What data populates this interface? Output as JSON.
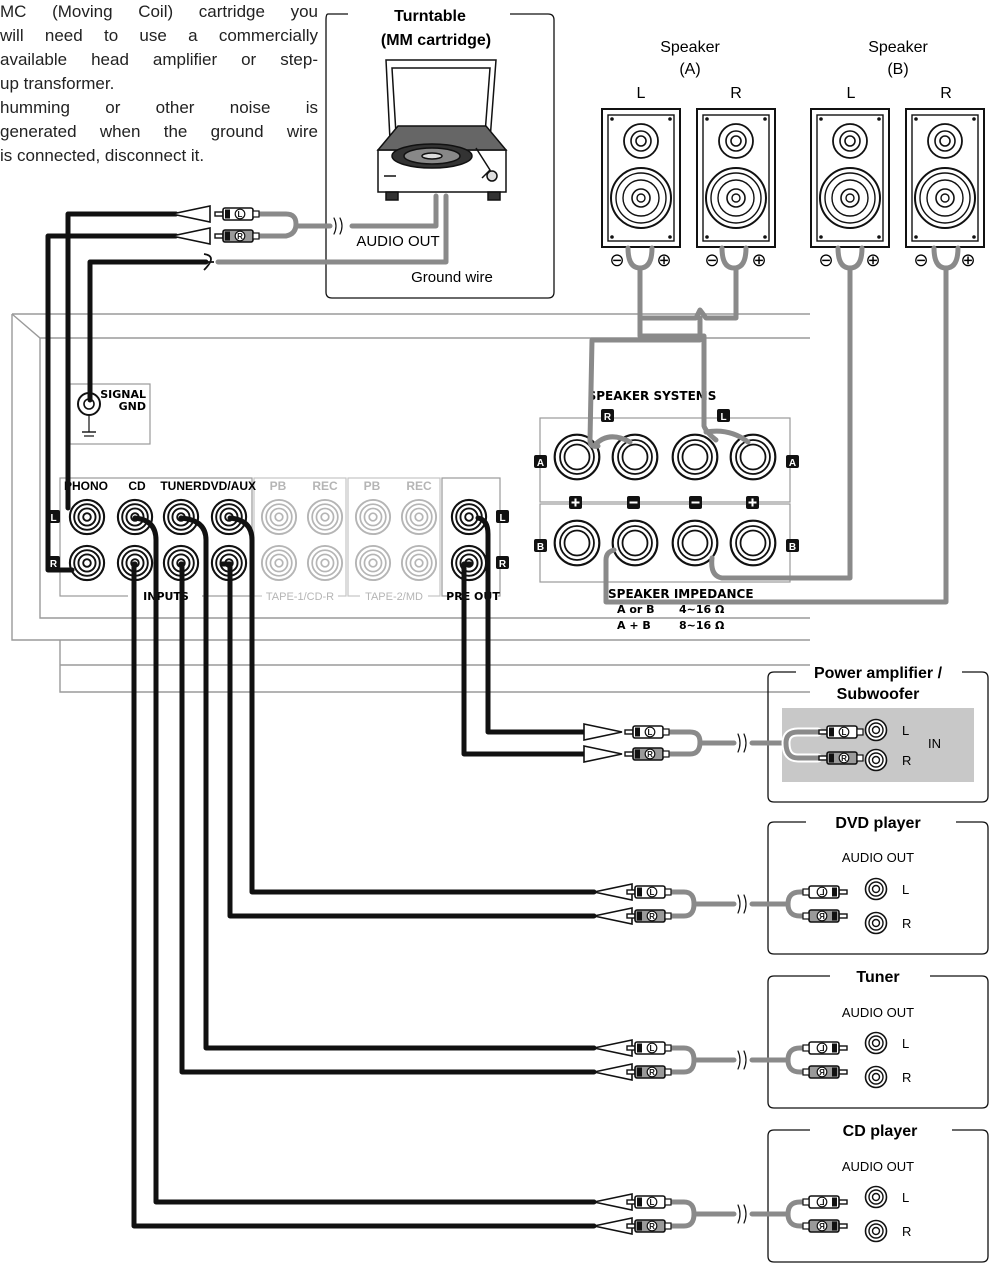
{
  "note_lines": [
    "MC (Moving Coil) cartridge you",
    "will need to use a commercially",
    "available head amplifier or step-",
    "up transformer.",
    "humming or other noise is",
    "generated when the ground wire",
    "is connected, disconnect it."
  ],
  "turntable": {
    "title_1": "Turntable",
    "title_2": "(MM cartridge)",
    "audio_out": "AUDIO OUT",
    "ground_wire": "Ground wire"
  },
  "speakers": {
    "a_label_1": "Speaker",
    "a_label_2": "(A)",
    "b_label_1": "Speaker",
    "b_label_2": "(B)",
    "channel_l": "L",
    "channel_r": "R",
    "minus": "⊖",
    "plus": "⊕"
  },
  "amplifier": {
    "signal_gnd_1": "SIGNAL",
    "signal_gnd_2": "GND",
    "jack_labels": [
      "PHONO",
      "CD",
      "TUNER",
      "DVD/AUX",
      "PB",
      "REC",
      "PB",
      "REC"
    ],
    "inputs_label": "INPUTS",
    "tape1_label": "TAPE-1/CD-R",
    "tape2_label": "TAPE-2/MD",
    "pre_out_label": "PRE OUT",
    "badge_l": "L",
    "badge_r": "R",
    "badge_a": "A",
    "badge_b": "B",
    "speaker_systems": "SPEAKER  SYSTEMS",
    "speaker_impedance": "SPEAKER  IMPEDANCE",
    "imp_row1_left": "A or B",
    "imp_row1_right": "4∼16 Ω",
    "imp_row2_left": "A + B",
    "imp_row2_right": "8∼16 Ω"
  },
  "devices": {
    "power_amp": {
      "title_1": "Power amplifier /",
      "title_2": "Subwoofer",
      "in_label": "IN",
      "l": "L",
      "r": "R"
    },
    "dvd": {
      "title": "DVD player",
      "audio_out": "AUDIO OUT",
      "l": "L",
      "r": "R"
    },
    "tuner": {
      "title": "Tuner",
      "audio_out": "AUDIO OUT",
      "l": "L",
      "r": "R"
    },
    "cd": {
      "title": "CD player",
      "audio_out": "AUDIO OUT",
      "l": "L",
      "r": "R"
    }
  },
  "colors": {
    "cable_dark": "#111111",
    "cable_gray": "#8a8a8a",
    "panel_gray": "#c8c8c8",
    "faded": "#b5b5b5"
  }
}
